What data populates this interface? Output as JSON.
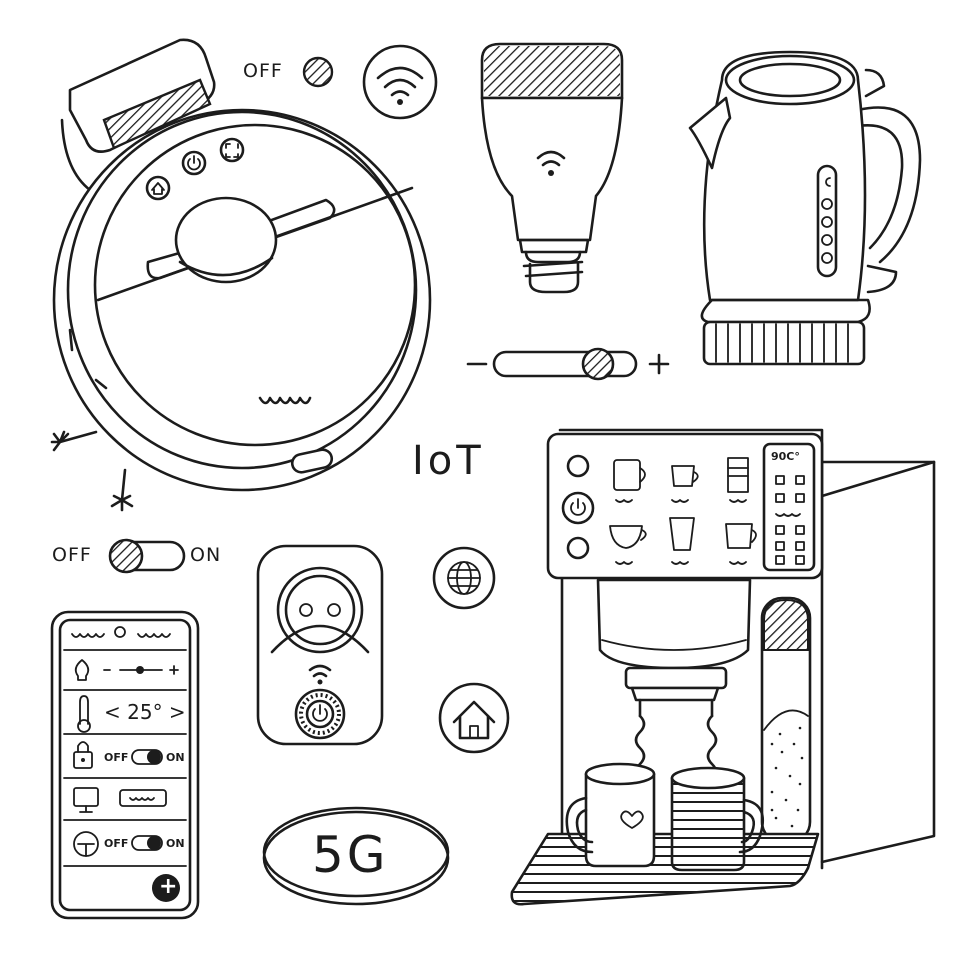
{
  "labels": {
    "toggle_top_off": "OFF",
    "toggle_mid_off": "OFF",
    "toggle_mid_on": "ON",
    "iot": "IoT",
    "fiveg": "5G",
    "coffee_temp": "90C°",
    "slider_minus": "–",
    "slider_plus": "+"
  },
  "phone": {
    "temperature": "< 25° >",
    "lock_off": "OFF",
    "lock_on": "ON",
    "bottom_off": "OFF",
    "bottom_on": "ON",
    "add_symbol": "+"
  },
  "icons": [
    "robot-vacuum-icon",
    "wifi-icon",
    "smart-bulb-icon",
    "electric-kettle-icon",
    "coffee-machine-icon",
    "smart-plug-icon",
    "globe-icon",
    "home-icon",
    "smartphone-icon",
    "thermometer-icon",
    "lock-icon",
    "monitor-icon",
    "mug-icon"
  ],
  "colors": {
    "ink": "#1c1c1c",
    "background": "#ffffff"
  }
}
